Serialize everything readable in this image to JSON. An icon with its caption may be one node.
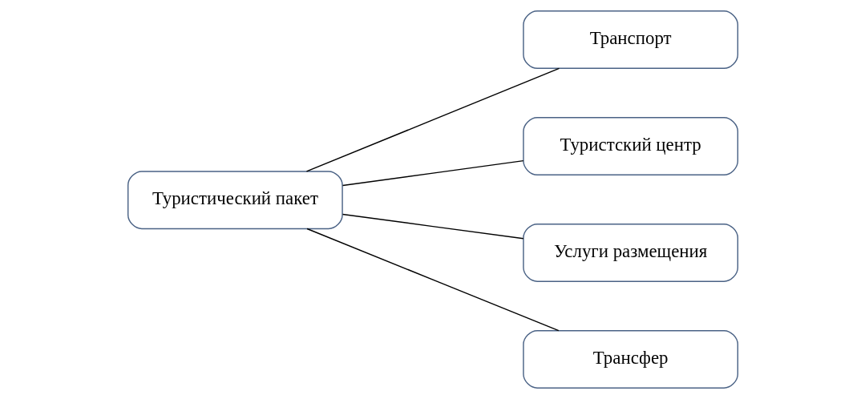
{
  "diagram": {
    "nodes": [
      {
        "text": [
          "Туристический пакет"
        ]
      },
      {
        "text": [
          "Транспорт"
        ]
      },
      {
        "text": [
          "Туристский центр"
        ]
      },
      {
        "text": [
          "Услуги размещения"
        ]
      },
      {
        "text": [
          "Трансфер"
        ]
      }
    ],
    "edges": [
      {
        "from": 0,
        "to": 1,
        "arrow": "none"
      },
      {
        "from": 0,
        "to": 2,
        "arrow": "none"
      },
      {
        "from": 0,
        "to": 3,
        "arrow": "none"
      },
      {
        "from": 0,
        "to": 4,
        "arrow": "none"
      }
    ]
  }
}
